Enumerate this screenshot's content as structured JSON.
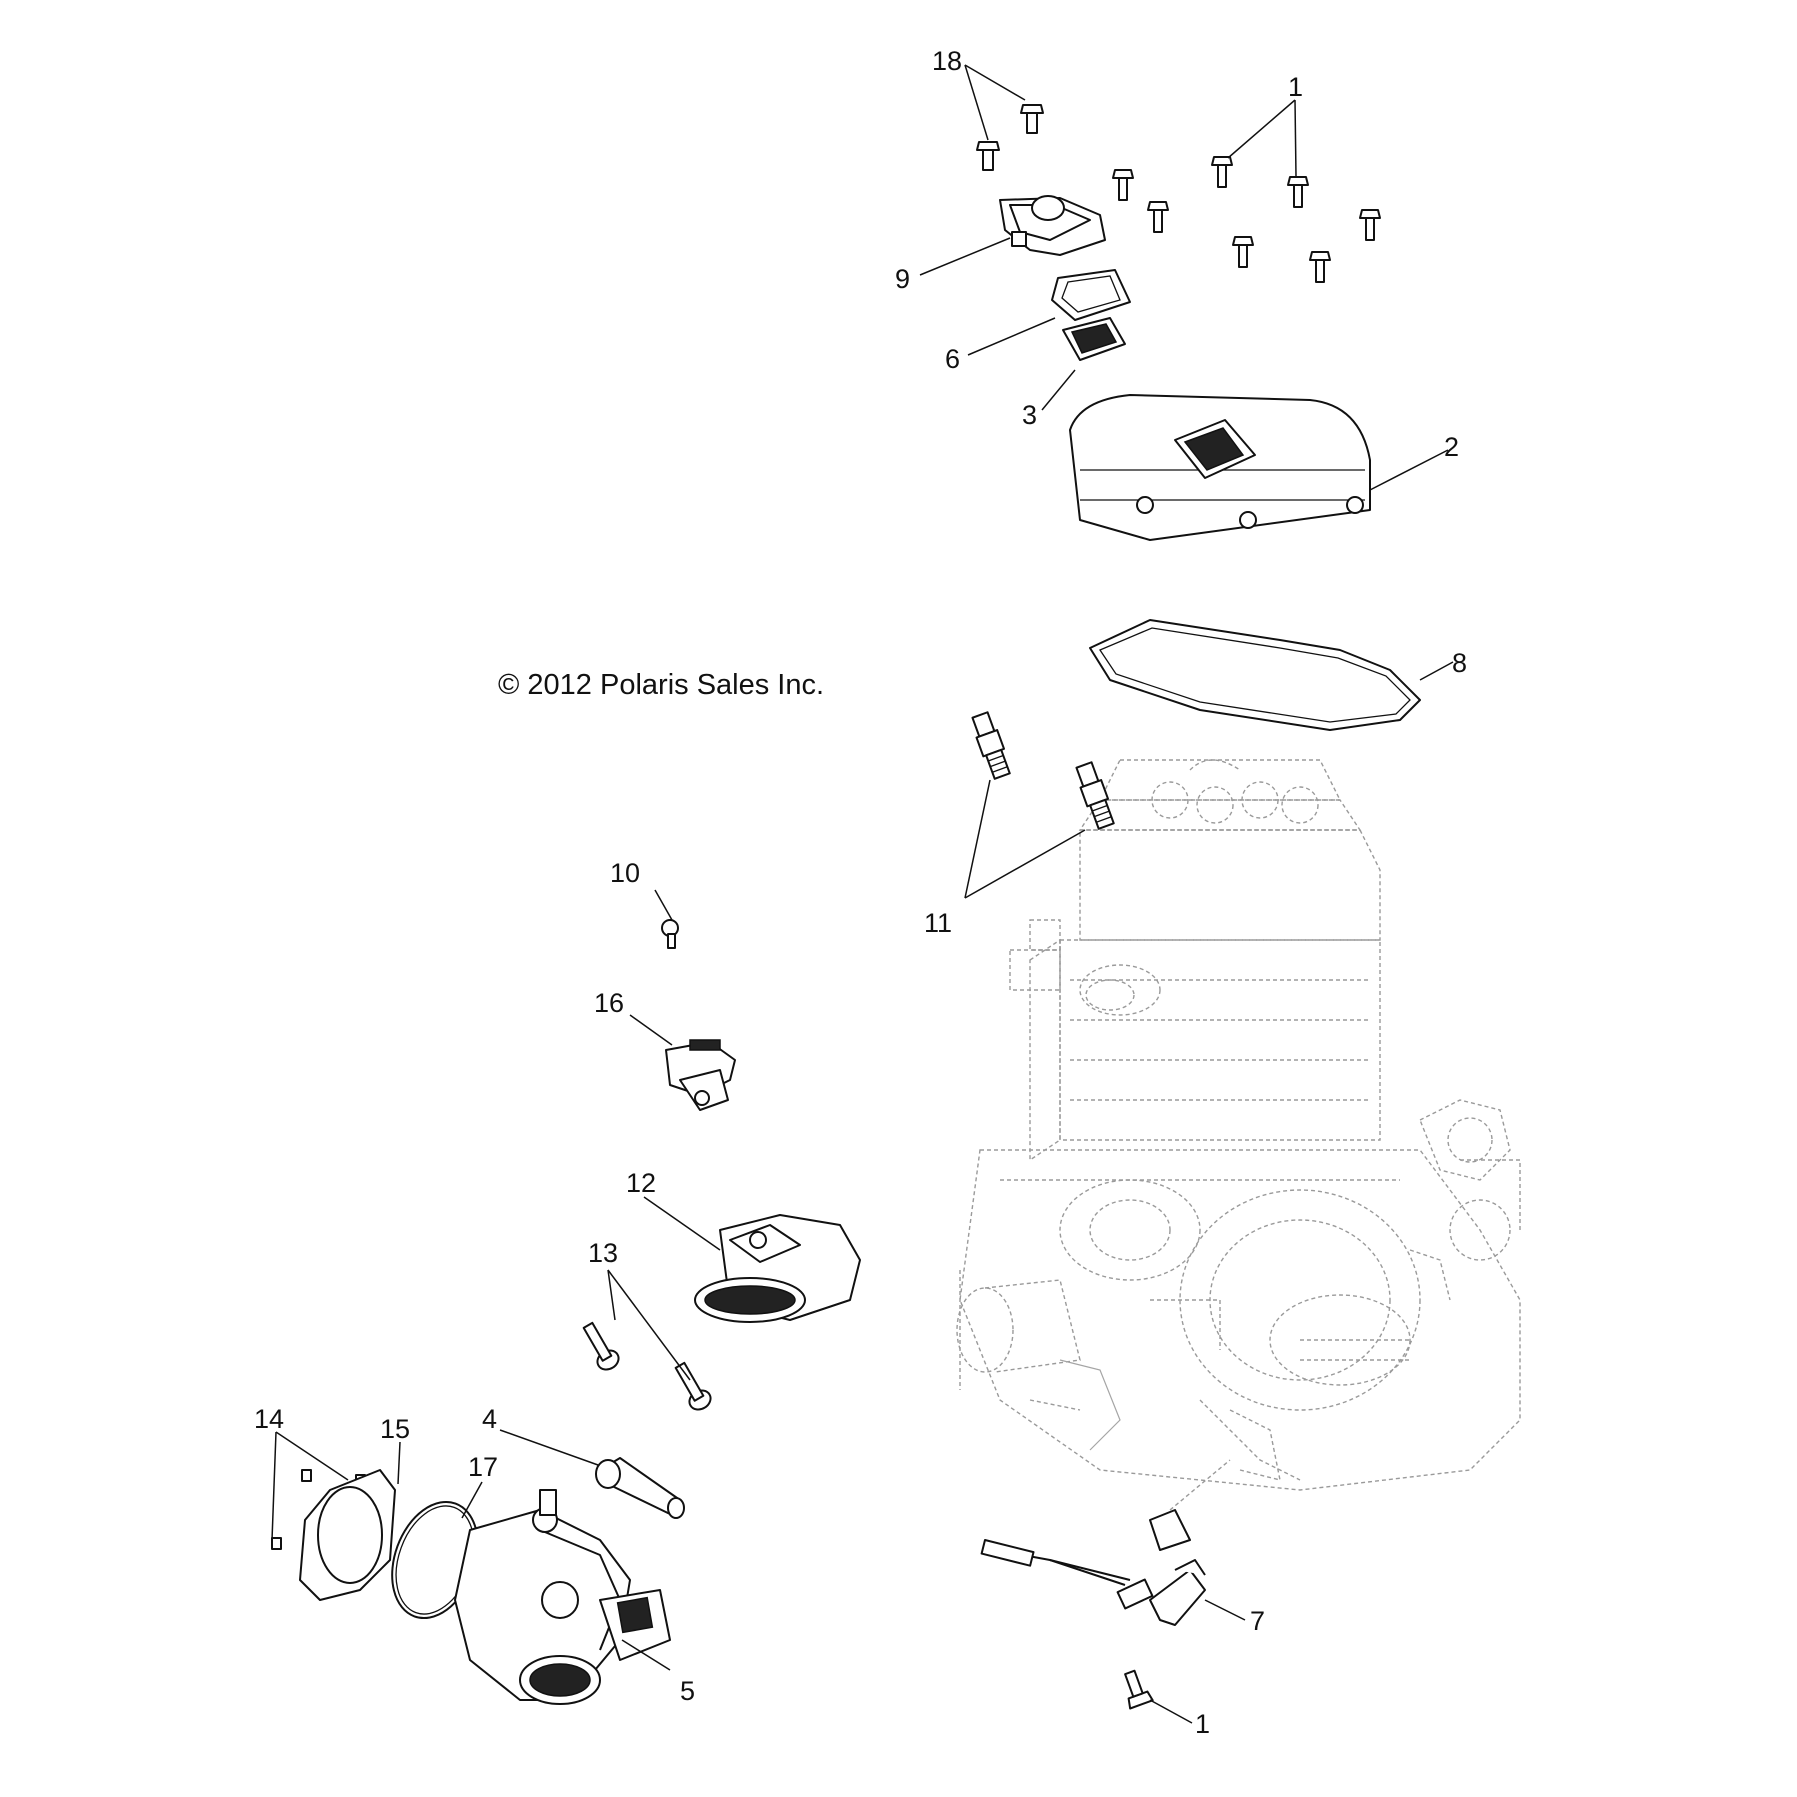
{
  "copyright": "© 2012 Polaris Sales Inc.",
  "callouts": {
    "c18": "18",
    "c1_top": "1",
    "c9": "9",
    "c6": "6",
    "c3": "3",
    "c2": "2",
    "c8": "8",
    "c11": "11",
    "c10": "10",
    "c16": "16",
    "c12": "12",
    "c13": "13",
    "c14": "14",
    "c15": "15",
    "c17": "17",
    "c4": "4",
    "c5": "5",
    "c7": "7",
    "c1_bottom": "1"
  }
}
